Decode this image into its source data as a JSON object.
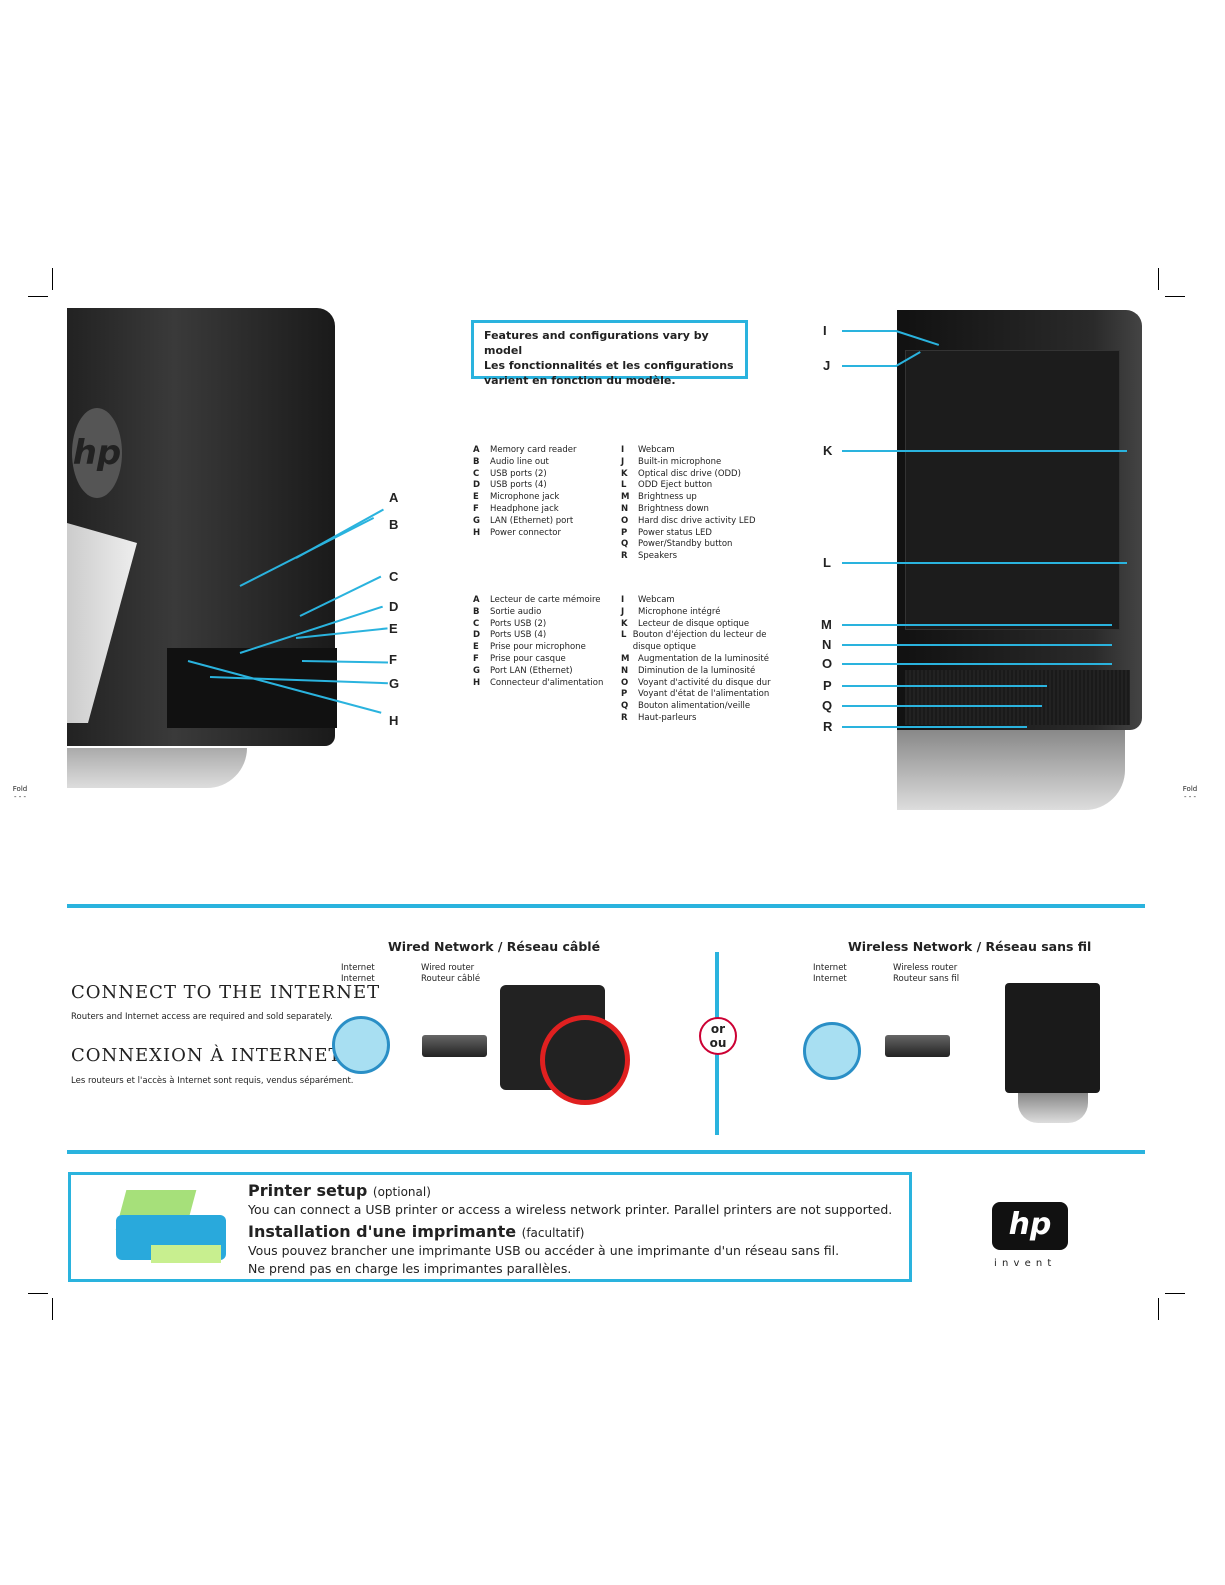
{
  "notice": {
    "line1": "Features and configurations vary by model",
    "line2": "Les fonctionnalités et les configurations",
    "line3": "varient en fonction du modèle."
  },
  "features_en": {
    "left": [
      [
        "A",
        "Memory card reader"
      ],
      [
        "B",
        "Audio line out"
      ],
      [
        "C",
        "USB ports (2)"
      ],
      [
        "D",
        "USB ports (4)"
      ],
      [
        "E",
        "Microphone jack"
      ],
      [
        "F",
        "Headphone jack"
      ],
      [
        "G",
        "LAN (Ethernet) port"
      ],
      [
        "H",
        "Power connector"
      ]
    ],
    "right": [
      [
        "I",
        "Webcam"
      ],
      [
        "J",
        "Built-in microphone"
      ],
      [
        "K",
        "Optical disc drive (ODD)"
      ],
      [
        "L",
        "ODD Eject button"
      ],
      [
        "M",
        "Brightness up"
      ],
      [
        "N",
        "Brightness down"
      ],
      [
        "O",
        "Hard disc drive activity LED"
      ],
      [
        "P",
        "Power status LED"
      ],
      [
        "Q",
        "Power/Standby button"
      ],
      [
        "R",
        "Speakers"
      ]
    ]
  },
  "features_fr": {
    "left": [
      [
        "A",
        "Lecteur de carte mémoire"
      ],
      [
        "B",
        "Sortie audio"
      ],
      [
        "C",
        "Ports USB (2)"
      ],
      [
        "D",
        "Ports USB (4)"
      ],
      [
        "E",
        "Prise pour microphone"
      ],
      [
        "F",
        "Prise pour casque"
      ],
      [
        "G",
        "Port LAN (Ethernet)"
      ],
      [
        "H",
        "Connecteur d'alimentation"
      ]
    ],
    "right": [
      [
        "I",
        "Webcam"
      ],
      [
        "J",
        "Microphone intégré"
      ],
      [
        "K",
        "Lecteur de disque optique"
      ],
      [
        "L",
        "Bouton d'éjection du lecteur de disque optique"
      ],
      [
        "M",
        "Augmentation de la luminosité"
      ],
      [
        "N",
        "Diminution de la luminosité"
      ],
      [
        "O",
        "Voyant d'activité du disque dur"
      ],
      [
        "P",
        "Voyant d'état de l'alimentation"
      ],
      [
        "Q",
        "Bouton alimentation/veille"
      ],
      [
        "R",
        "Haut-parleurs"
      ]
    ]
  },
  "fold_label": "Fold",
  "connect": {
    "title_en": "CONNECT TO THE INTERNET",
    "text_en": "Routers and Internet access are required and sold separately.",
    "title_fr": "CONNEXION À INTERNET",
    "text_fr": "Les routeurs et l'accès à Internet sont requis, vendus séparément."
  },
  "wired": {
    "title": "Wired Network / Réseau câblé",
    "internet_en": "Internet",
    "internet_fr": "Internet",
    "router_en": "Wired router",
    "router_fr": "Routeur câblé"
  },
  "or": {
    "en": "or",
    "fr": "ou"
  },
  "wireless": {
    "title": "Wireless Network / Réseau sans fil",
    "internet_en": "Internet",
    "internet_fr": "Internet",
    "router_en": "Wireless router",
    "router_fr": "Routeur sans fil"
  },
  "printer": {
    "title_en": "Printer setup",
    "opt_en": "(optional)",
    "text_en": "You can connect a USB printer or access a wireless network printer. Parallel printers are not supported.",
    "title_fr": "Installation d'une imprimante",
    "opt_fr": "(facultatif)",
    "text_fr1": "Vous pouvez brancher une imprimante USB ou accéder à une imprimante d'un réseau sans fil.",
    "text_fr2": "Ne prend pas en charge les imprimantes parallèles."
  },
  "logo": {
    "mark": "hp",
    "tagline": "i n v e n t"
  },
  "colors": {
    "accent": "#2ab3de",
    "red": "#e02020"
  }
}
